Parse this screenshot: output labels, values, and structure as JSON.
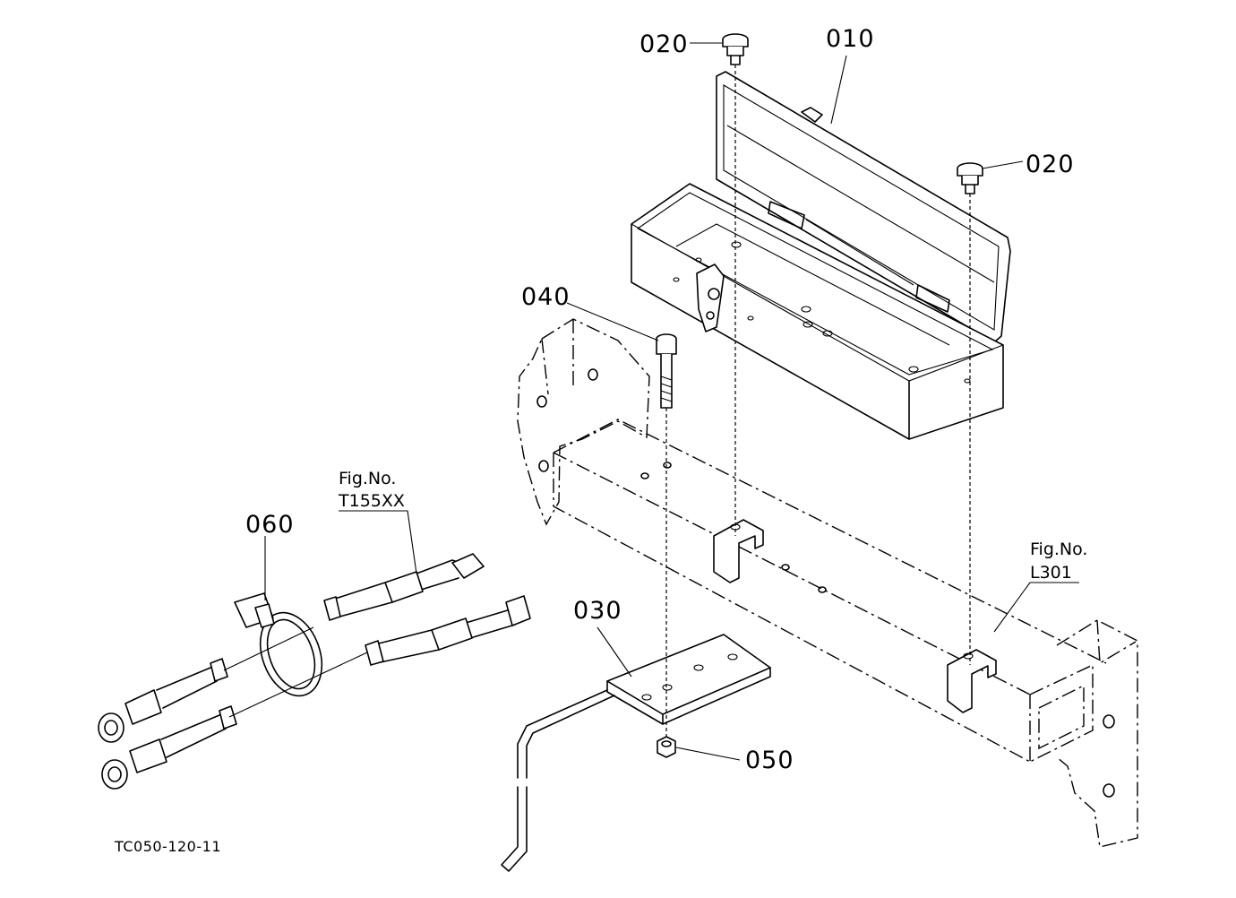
{
  "parts": {
    "p010": "010",
    "p020_top": "020",
    "p020_right": "020",
    "p030": "030",
    "p040": "040",
    "p050": "050",
    "p060": "060"
  },
  "figure_refs": {
    "hoses": {
      "line1": "Fig.No.",
      "line2": "T155XX"
    },
    "frame": {
      "line1": "Fig.No.",
      "line2": "L301"
    }
  },
  "diagram_code": "TC050-120-11"
}
